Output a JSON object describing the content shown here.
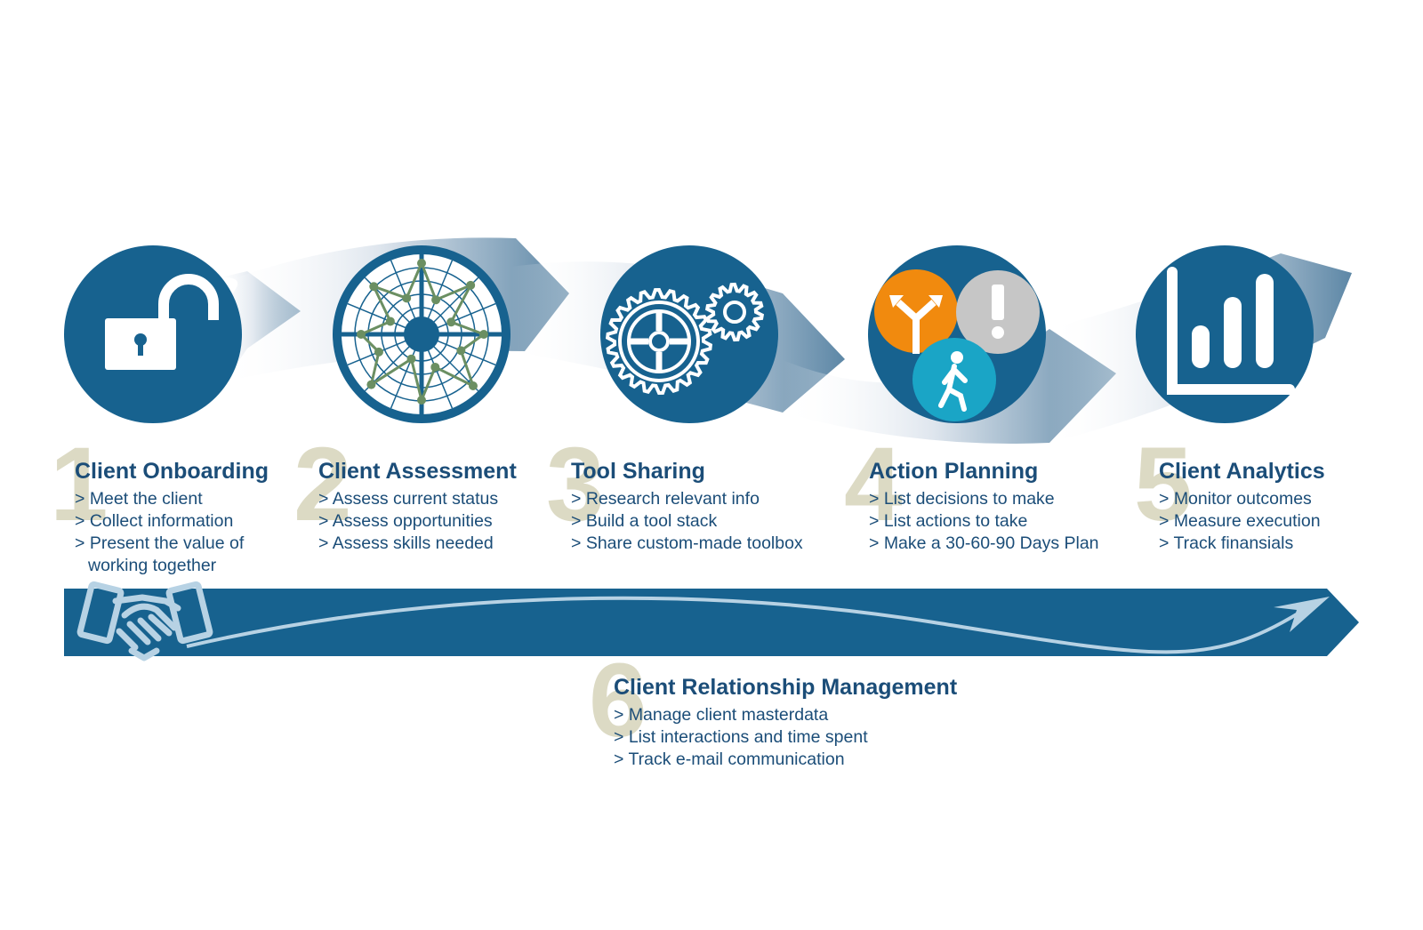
{
  "colors": {
    "primary_blue": "#17628f",
    "dark_text": "#1b4d78",
    "number_beige": "#dcdac4",
    "orange": "#f18a0e",
    "grey": "#c6c6c6",
    "teal": "#1aa5c6",
    "light_blue": "#b7d2e4"
  },
  "steps": [
    {
      "number": "1",
      "title": "Client Onboarding",
      "icon": "open-padlock-icon",
      "items": [
        "Meet the client",
        "Collect information",
        "Present the value of working together"
      ]
    },
    {
      "number": "2",
      "title": "Client Assessment",
      "icon": "radar-chart-icon",
      "items": [
        "Assess current status",
        "Assess opportunities",
        "Assess skills needed"
      ]
    },
    {
      "number": "3",
      "title": "Tool Sharing",
      "icon": "gears-icon",
      "items": [
        "Research relevant info",
        "Build a tool stack",
        "Share custom-made toolbox"
      ]
    },
    {
      "number": "4",
      "title": "Action Planning",
      "icon": "decision-icons",
      "items": [
        "List decisions to make",
        "List actions to take",
        "Make a 30-60-90 Days Plan"
      ]
    },
    {
      "number": "5",
      "title": "Client Analytics",
      "icon": "bar-chart-icon",
      "items": [
        "Monitor outcomes",
        "Measure execution",
        "Track finansials"
      ]
    }
  ],
  "crm": {
    "number": "6",
    "title": "Client Relationship Management",
    "icon": "handshake-icon",
    "items": [
      "Manage client masterdata",
      "List interactions and time spent",
      "Track e-mail communication"
    ]
  }
}
